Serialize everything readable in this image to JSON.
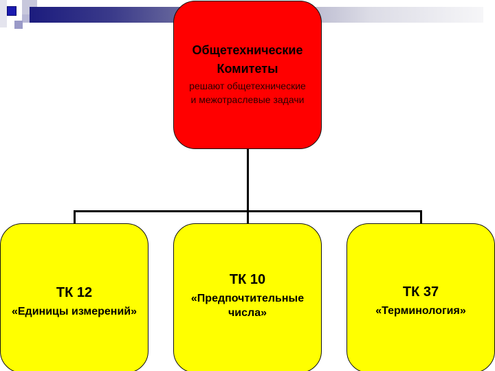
{
  "diagram": {
    "type": "org-chart",
    "colors": {
      "root_fill": "#ff0000",
      "child_fill": "#ffff00",
      "connector": "#000000",
      "header_band_start": "#1c1c7e",
      "header_band_end": "#f6f6f8"
    },
    "root": {
      "title_line1": "Общетехнические",
      "title_line2": "Комитеты",
      "subtitle_line1": "решают общетехнические",
      "subtitle_line2": "и межотраслевые задачи"
    },
    "children": [
      {
        "code": "ТК 12",
        "name_line1": "«Единицы измерений»",
        "name_line2": ""
      },
      {
        "code": "ТК 10",
        "name_line1": "«Предпочтительные",
        "name_line2": "числа»"
      },
      {
        "code": "ТК 37",
        "name_line1": "«Терминология»",
        "name_line2": ""
      }
    ]
  }
}
